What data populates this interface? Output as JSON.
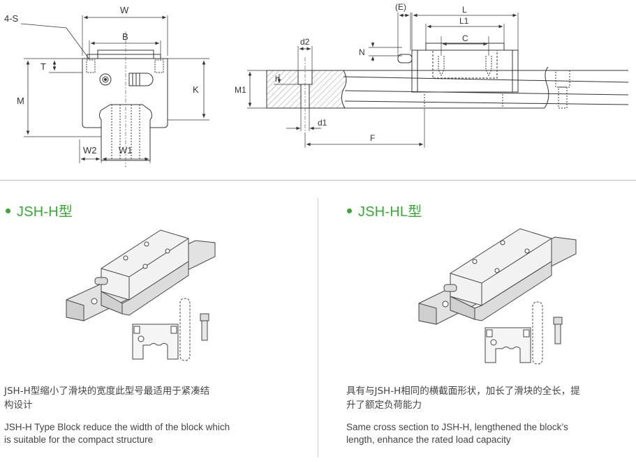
{
  "drawing": {
    "end_view_labels": {
      "s": "4-S",
      "w": "W",
      "b": "B",
      "t": "T",
      "m": "M",
      "k": "K",
      "w2": "W2",
      "w1": "W1"
    },
    "side_view_labels": {
      "e": "(E)",
      "l": "L",
      "l1": "L1",
      "c": "C",
      "n": "N",
      "d2": "d2",
      "h": "h",
      "m1": "M1",
      "d1": "d1",
      "f": "F"
    }
  },
  "left": {
    "title": "JSH-H型",
    "desc_cn_1": "JSH-H型缩小了滑块的宽度此型号最适用于紧凑结",
    "desc_cn_2": "构设计",
    "desc_en_1": "JSH-H Type Block reduce the width of the block which",
    "desc_en_2": "is suitable for the compact structure"
  },
  "right": {
    "title": "JSH-HL型",
    "desc_cn_1": "具有与JSH-H相同的横截面形状，加长了滑块的全长，提",
    "desc_cn_2": "升了额定负荷能力",
    "desc_en_1": "Same cross section to JSH-H, lengthened the block’s",
    "desc_en_2": "length, enhance the rated load capacity"
  },
  "colors": {
    "accent": "#3aa836",
    "line": "#333333",
    "hatch": "#888888"
  }
}
